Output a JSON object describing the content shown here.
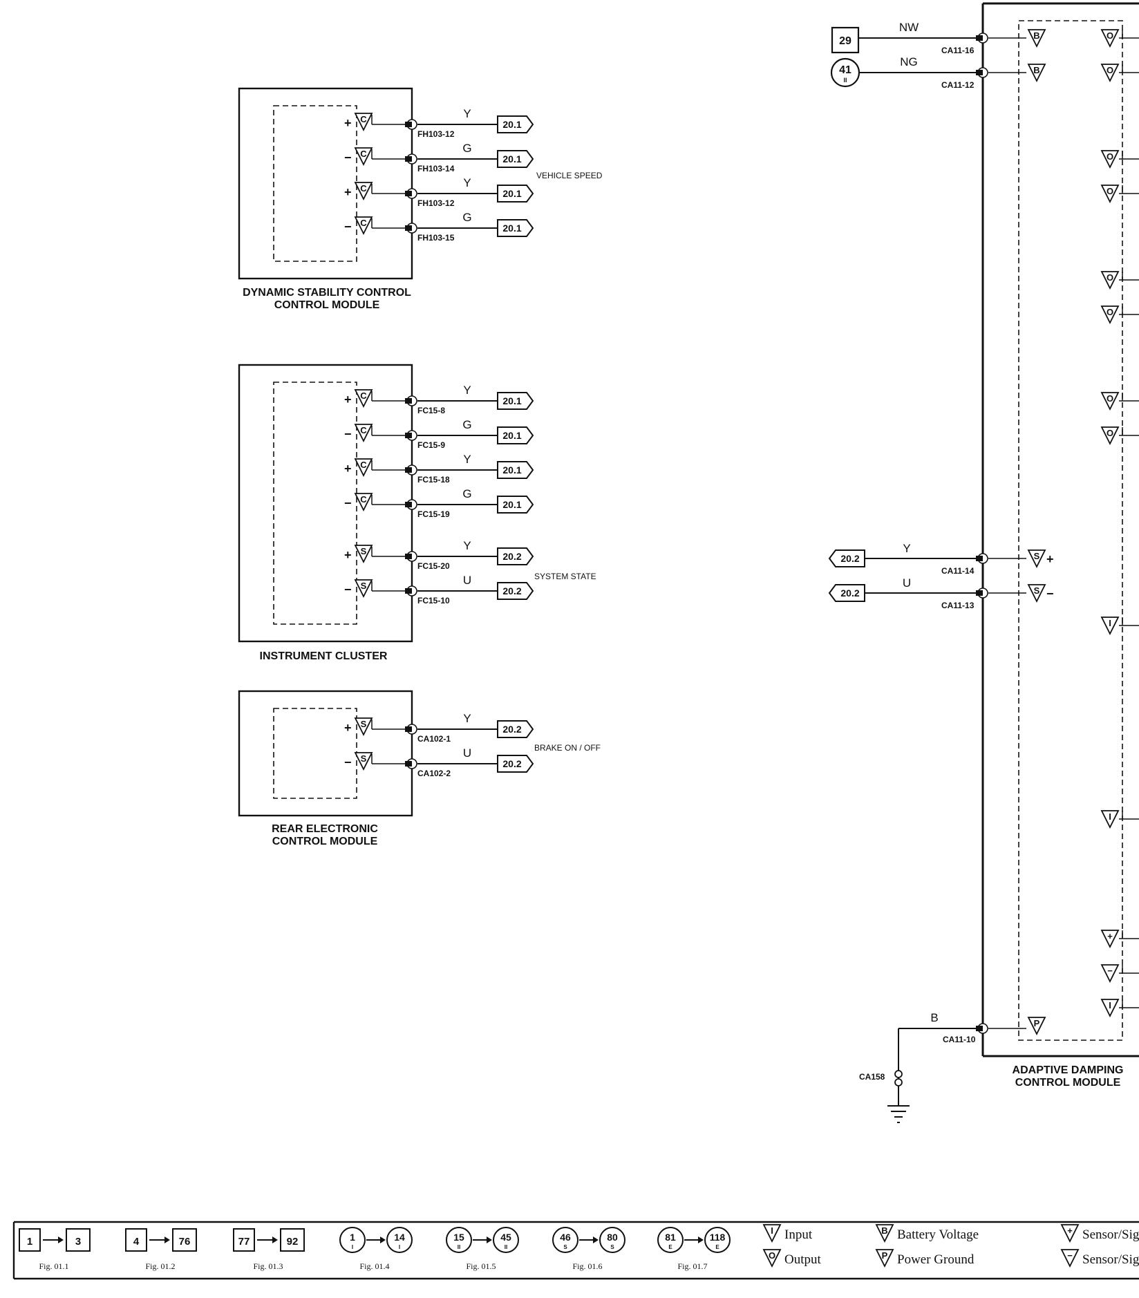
{
  "modules": {
    "dsc": {
      "name": [
        "DYNAMIC STABILITY CONTROL",
        "CONTROL MODULE"
      ],
      "signal_label": "VEHICLE SPEED",
      "pins": [
        {
          "sign": "+",
          "code": "C",
          "wire": "Y",
          "connector": "FH103-12",
          "ref": "20.1"
        },
        {
          "sign": "−",
          "code": "C",
          "wire": "G",
          "connector": "FH103-14",
          "ref": "20.1"
        },
        {
          "sign": "+",
          "code": "C",
          "wire": "Y",
          "connector": "FH103-12",
          "ref": "20.1"
        },
        {
          "sign": "−",
          "code": "C",
          "wire": "G",
          "connector": "FH103-15",
          "ref": "20.1"
        }
      ]
    },
    "cluster": {
      "name": [
        "INSTRUMENT CLUSTER"
      ],
      "signal_label": "SYSTEM STATE",
      "pins": [
        {
          "sign": "+",
          "code": "C",
          "wire": "Y",
          "connector": "FC15-8",
          "ref": "20.1"
        },
        {
          "sign": "−",
          "code": "C",
          "wire": "G",
          "connector": "FC15-9",
          "ref": "20.1"
        },
        {
          "sign": "+",
          "code": "C",
          "wire": "Y",
          "connector": "FC15-18",
          "ref": "20.1"
        },
        {
          "sign": "−",
          "code": "C",
          "wire": "G",
          "connector": "FC15-19",
          "ref": "20.1"
        },
        {
          "sign": "+",
          "code": "S",
          "wire": "Y",
          "connector": "FC15-20",
          "ref": "20.2"
        },
        {
          "sign": "−",
          "code": "S",
          "wire": "U",
          "connector": "FC15-10",
          "ref": "20.2"
        }
      ]
    },
    "recm": {
      "name": [
        "REAR ELECTRONIC",
        "CONTROL MODULE"
      ],
      "signal_label": "BRAKE ON / OFF",
      "pins": [
        {
          "sign": "+",
          "code": "S",
          "wire": "Y",
          "connector": "CA102-1",
          "ref": "20.2"
        },
        {
          "sign": "−",
          "code": "S",
          "wire": "U",
          "connector": "CA102-2",
          "ref": "20.2"
        }
      ]
    },
    "adcm": {
      "name": [
        "ADAPTIVE DAMPING",
        "CONTROL MODULE"
      ],
      "power_inputs": [
        {
          "source": "29",
          "source_type": "square",
          "wire": "NW",
          "connector": "CA11-16",
          "code": "B"
        },
        {
          "source": "41",
          "source_sub": "II",
          "source_type": "circle",
          "wire": "NG",
          "connector": "CA11-12",
          "code": "B"
        }
      ],
      "serial_pins": [
        {
          "ref": "20.2",
          "wire": "Y",
          "connector": "CA11-14",
          "code": "S",
          "sign": "+"
        },
        {
          "ref": "20.2",
          "wire": "U",
          "connector": "CA11-13",
          "code": "S",
          "sign": "−"
        }
      ],
      "ground": {
        "wire": "B",
        "connector": "CA11-10",
        "code": "P",
        "ground_point": "CA158"
      },
      "right_pins": [
        "O",
        "O",
        "O",
        "O",
        "O",
        "O",
        "O",
        "O",
        "I",
        "I",
        "+",
        "−",
        "I"
      ]
    }
  },
  "legend": {
    "figures": [
      {
        "from": "1",
        "to": "3",
        "type": "square",
        "fig": "Fig. 01.1"
      },
      {
        "from": "4",
        "to": "76",
        "type": "square",
        "fig": "Fig. 01.2"
      },
      {
        "from": "77",
        "to": "92",
        "type": "square",
        "fig": "Fig. 01.3"
      },
      {
        "from": "1",
        "from_sub": "I",
        "to": "14",
        "to_sub": "I",
        "type": "circle",
        "fig": "Fig. 01.4"
      },
      {
        "from": "15",
        "from_sub": "II",
        "to": "45",
        "to_sub": "II",
        "type": "circle",
        "fig": "Fig. 01.5"
      },
      {
        "from": "46",
        "from_sub": "S",
        "to": "80",
        "to_sub": "S",
        "type": "circle",
        "fig": "Fig. 01.6"
      },
      {
        "from": "81",
        "from_sub": "E",
        "to": "118",
        "to_sub": "E",
        "type": "circle",
        "fig": "Fig. 01.7"
      }
    ],
    "symbols": [
      {
        "code": "I",
        "label": "Input"
      },
      {
        "code": "O",
        "label": "Output"
      },
      {
        "code": "B",
        "label": "Battery Voltage"
      },
      {
        "code": "P",
        "label": "Power Ground"
      },
      {
        "code": "+",
        "label": "Sensor/Sig"
      },
      {
        "code": "−",
        "label": "Sensor/Sig"
      }
    ]
  }
}
